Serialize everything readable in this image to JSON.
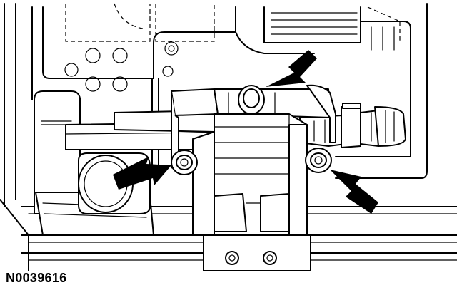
{
  "figure": {
    "reference_id": "N0039616",
    "callouts": [
      {
        "name": "upper-bolt-arrow",
        "target": "upper-center-bolt"
      },
      {
        "name": "left-bolt-arrow",
        "target": "left-mounting-bolt"
      },
      {
        "name": "right-bolt-arrow",
        "target": "right-mounting-bolt"
      }
    ]
  }
}
